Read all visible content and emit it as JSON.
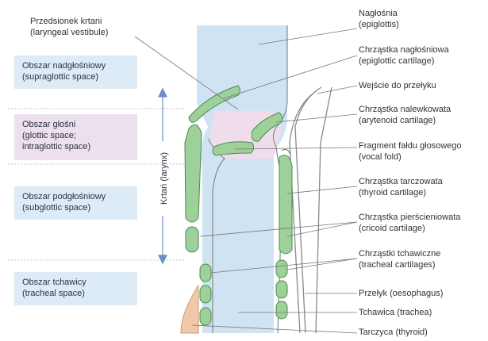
{
  "colors": {
    "zone_blue": "#dcebf6",
    "zone_pink": "#ebe0ec",
    "airway": "#cfe3f3",
    "glottic": "#f2dcea",
    "cartilage": "#9ed09a",
    "cartilage_stroke": "#4a8a52",
    "thyroid_gland": "#f2c9a8",
    "arrow": "#6a8fc8",
    "leader": "#777777"
  },
  "left_labels": {
    "vestibule": [
      "Przedsionek krtani",
      "(laryngeal vestibule)"
    ]
  },
  "zones": {
    "supraglottic": [
      "Obszar nadgłośniowy",
      "(supraglottic space)"
    ],
    "glottic": [
      "Obszar głośni",
      "(glottic space;",
      "intraglottic space)"
    ],
    "subglottic": [
      "Obszar podgłośniowy",
      "(subglottic space)"
    ],
    "tracheal": [
      "Obszar tchawicy",
      "(tracheal space)"
    ]
  },
  "larynx_label": "Krtań (larynx)",
  "right_labels": {
    "epiglottis": [
      "Nagłośnia",
      "(epiglottis)"
    ],
    "epiglottic_cartilage": [
      "Chrząstka nagłośniowa",
      "(epiglottic cartilage)"
    ],
    "oesophagus_entrance": [
      "Wejście do przełyku"
    ],
    "arytenoid": [
      "Chrząstka nalewkowata",
      "(arytenoid cartilage)"
    ],
    "vocal_fold": [
      "Fragment fałdu głosowego",
      "(vocal fold)"
    ],
    "thyroid_cartilage": [
      "Chrząstka  tarczowata",
      "(thyroid cartilage)"
    ],
    "cricoid": [
      "Chrząstka pierścieniowata",
      "(cricoid cartilage)"
    ],
    "tracheal_cartilages": [
      "Chrząstki tchawiczne",
      "(tracheal cartilages)"
    ],
    "oesophagus": [
      "Przełyk (oesophagus)"
    ],
    "trachea": [
      "Tchawica (trachea)"
    ],
    "thyroid": [
      "Tarczyca (thyroid)"
    ]
  }
}
